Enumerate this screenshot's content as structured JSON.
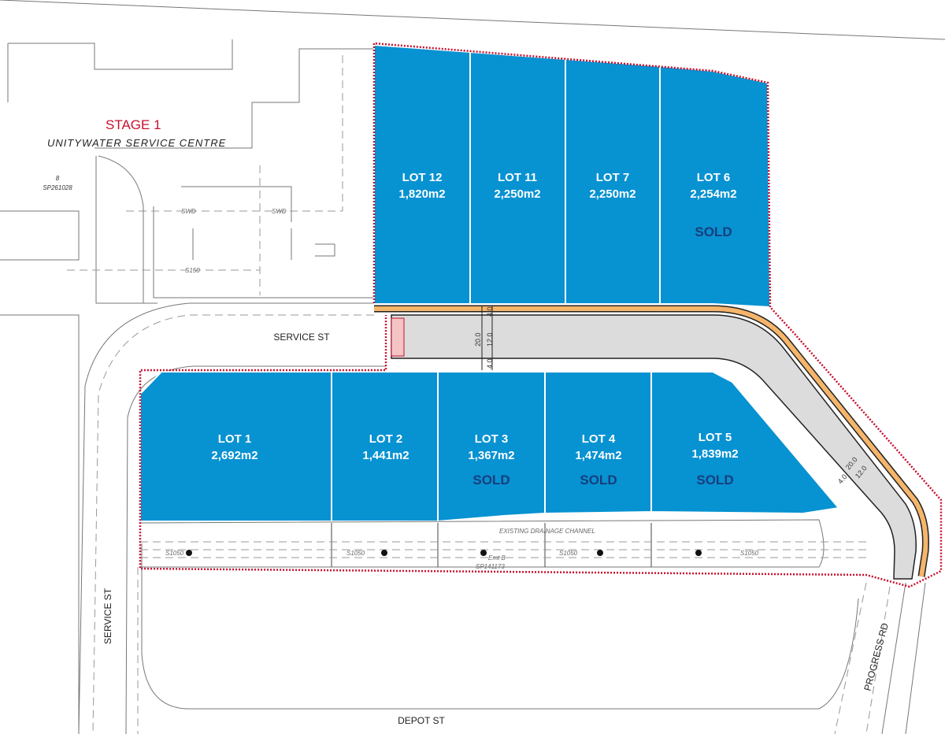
{
  "stage": {
    "title": "STAGE 1",
    "subtitle": "UNITYWATER SERVICE CENTRE"
  },
  "adjacent_parcel": {
    "lot": "8",
    "plan": "SP261028"
  },
  "streets": {
    "service_st_top": "SERVICE ST",
    "service_st_left": "SERVICE ST",
    "depot_st": "DEPOT ST",
    "progress_rd": "PROGRESS RD"
  },
  "lots": [
    {
      "name": "LOT 12",
      "area": "1,820m2",
      "status": ""
    },
    {
      "name": "LOT 11",
      "area": "2,250m2",
      "status": ""
    },
    {
      "name": "LOT 7",
      "area": "2,250m2",
      "status": ""
    },
    {
      "name": "LOT 6",
      "area": "2,254m2",
      "status": "SOLD"
    },
    {
      "name": "LOT 1",
      "area": "2,692m2",
      "status": ""
    },
    {
      "name": "LOT 2",
      "area": "1,441m2",
      "status": ""
    },
    {
      "name": "LOT 3",
      "area": "1,367m2",
      "status": "SOLD"
    },
    {
      "name": "LOT 4",
      "area": "1,474m2",
      "status": "SOLD"
    },
    {
      "name": "LOT 5",
      "area": "1,839m2",
      "status": "SOLD"
    }
  ],
  "road_dimensions": {
    "reserve": "20.0",
    "carriageway": "12.0",
    "verge": "4.0"
  },
  "drainage": {
    "label": "EXISTING DRAINAGE CHANNEL",
    "easement": "Emt B",
    "easement_plan": "SP141173",
    "pipe": "S1050"
  },
  "services": {
    "sewer": "S150",
    "stormwater": "SWD"
  },
  "colors": {
    "lot_available": "#0792d2",
    "sold_text": "#163f7c",
    "road": "#dcdcdc",
    "footpath": "#f5b56b",
    "boundary": "#c8102e"
  }
}
